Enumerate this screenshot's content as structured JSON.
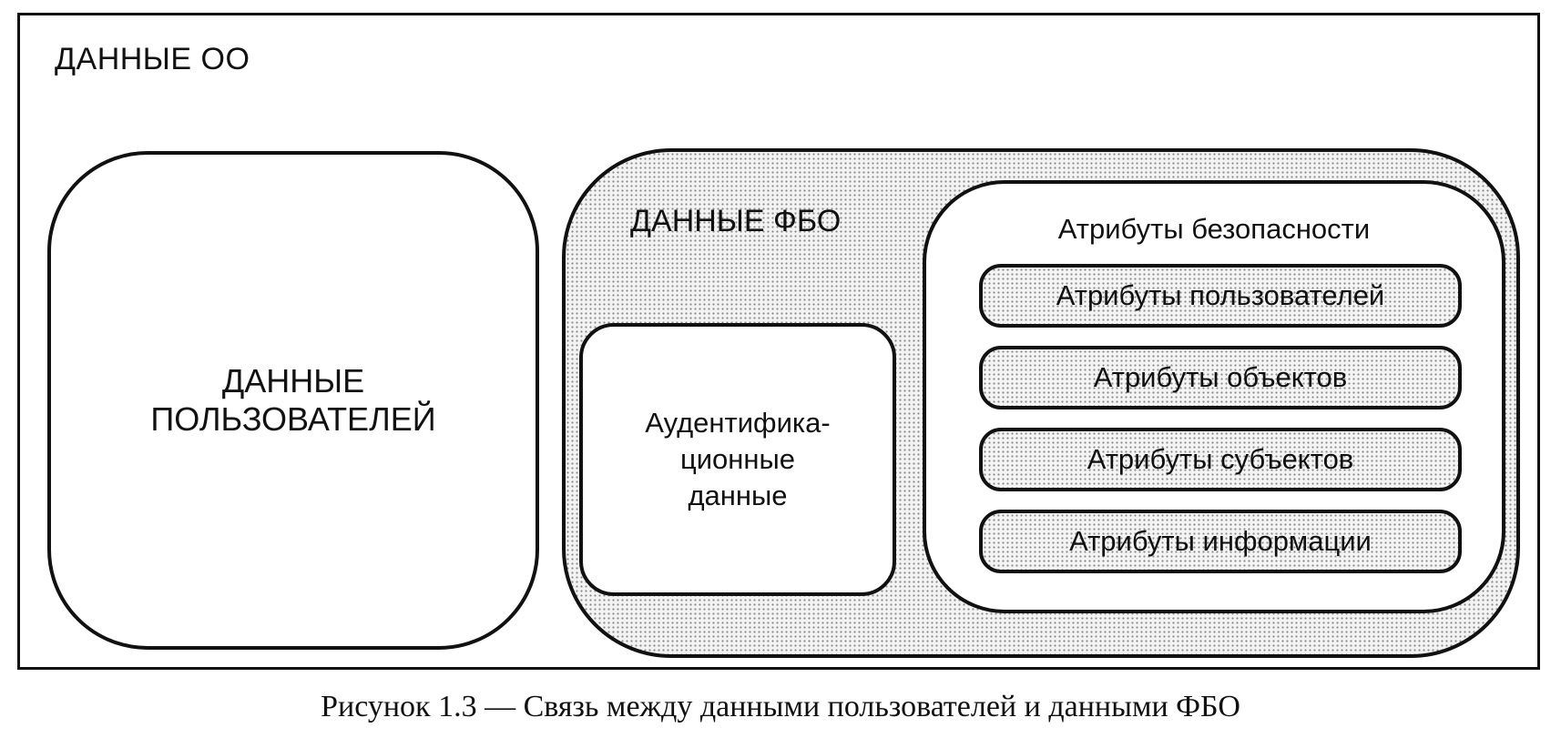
{
  "diagram": {
    "outer_title": "ДАННЫЕ ОО",
    "user_data_label": "ДАННЫЕ\nПОЛЬЗОВАТЕЛЕЙ",
    "tsf_title": "ДАННЫЕ ФБО",
    "auth_label": "Аудентифика-\nционные\nданные",
    "security_title": "Атрибуты безопасности",
    "security_attributes": [
      "Атрибуты пользователей",
      "Атрибуты объектов",
      "Атрибуты субъектов",
      "Атрибуты информации"
    ]
  },
  "caption": "Рисунок 1.3 — Связь между данными пользователей и данными ФБО"
}
